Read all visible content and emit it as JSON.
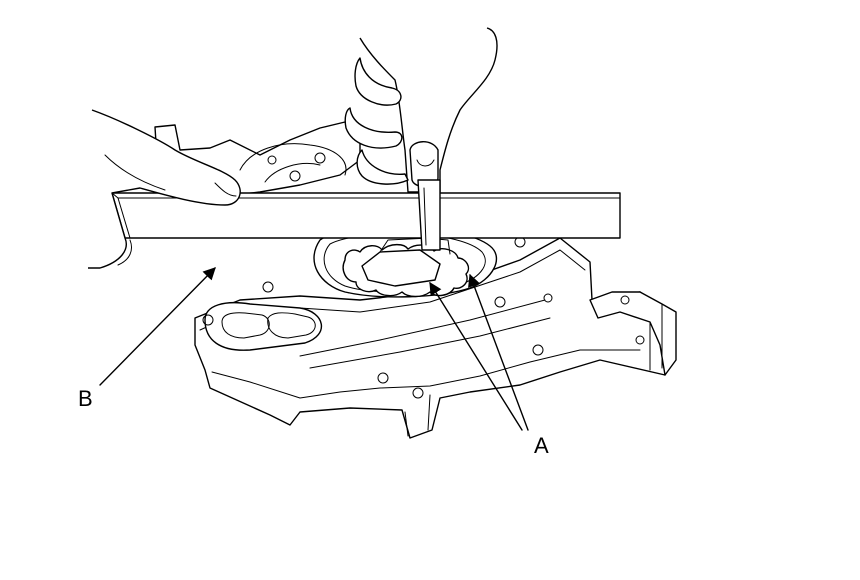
{
  "figure": {
    "callouts": [
      {
        "id": "A",
        "label": "A"
      },
      {
        "id": "B",
        "label": "B"
      }
    ],
    "colors": {
      "line": "#000000",
      "background": "#ffffff"
    }
  }
}
